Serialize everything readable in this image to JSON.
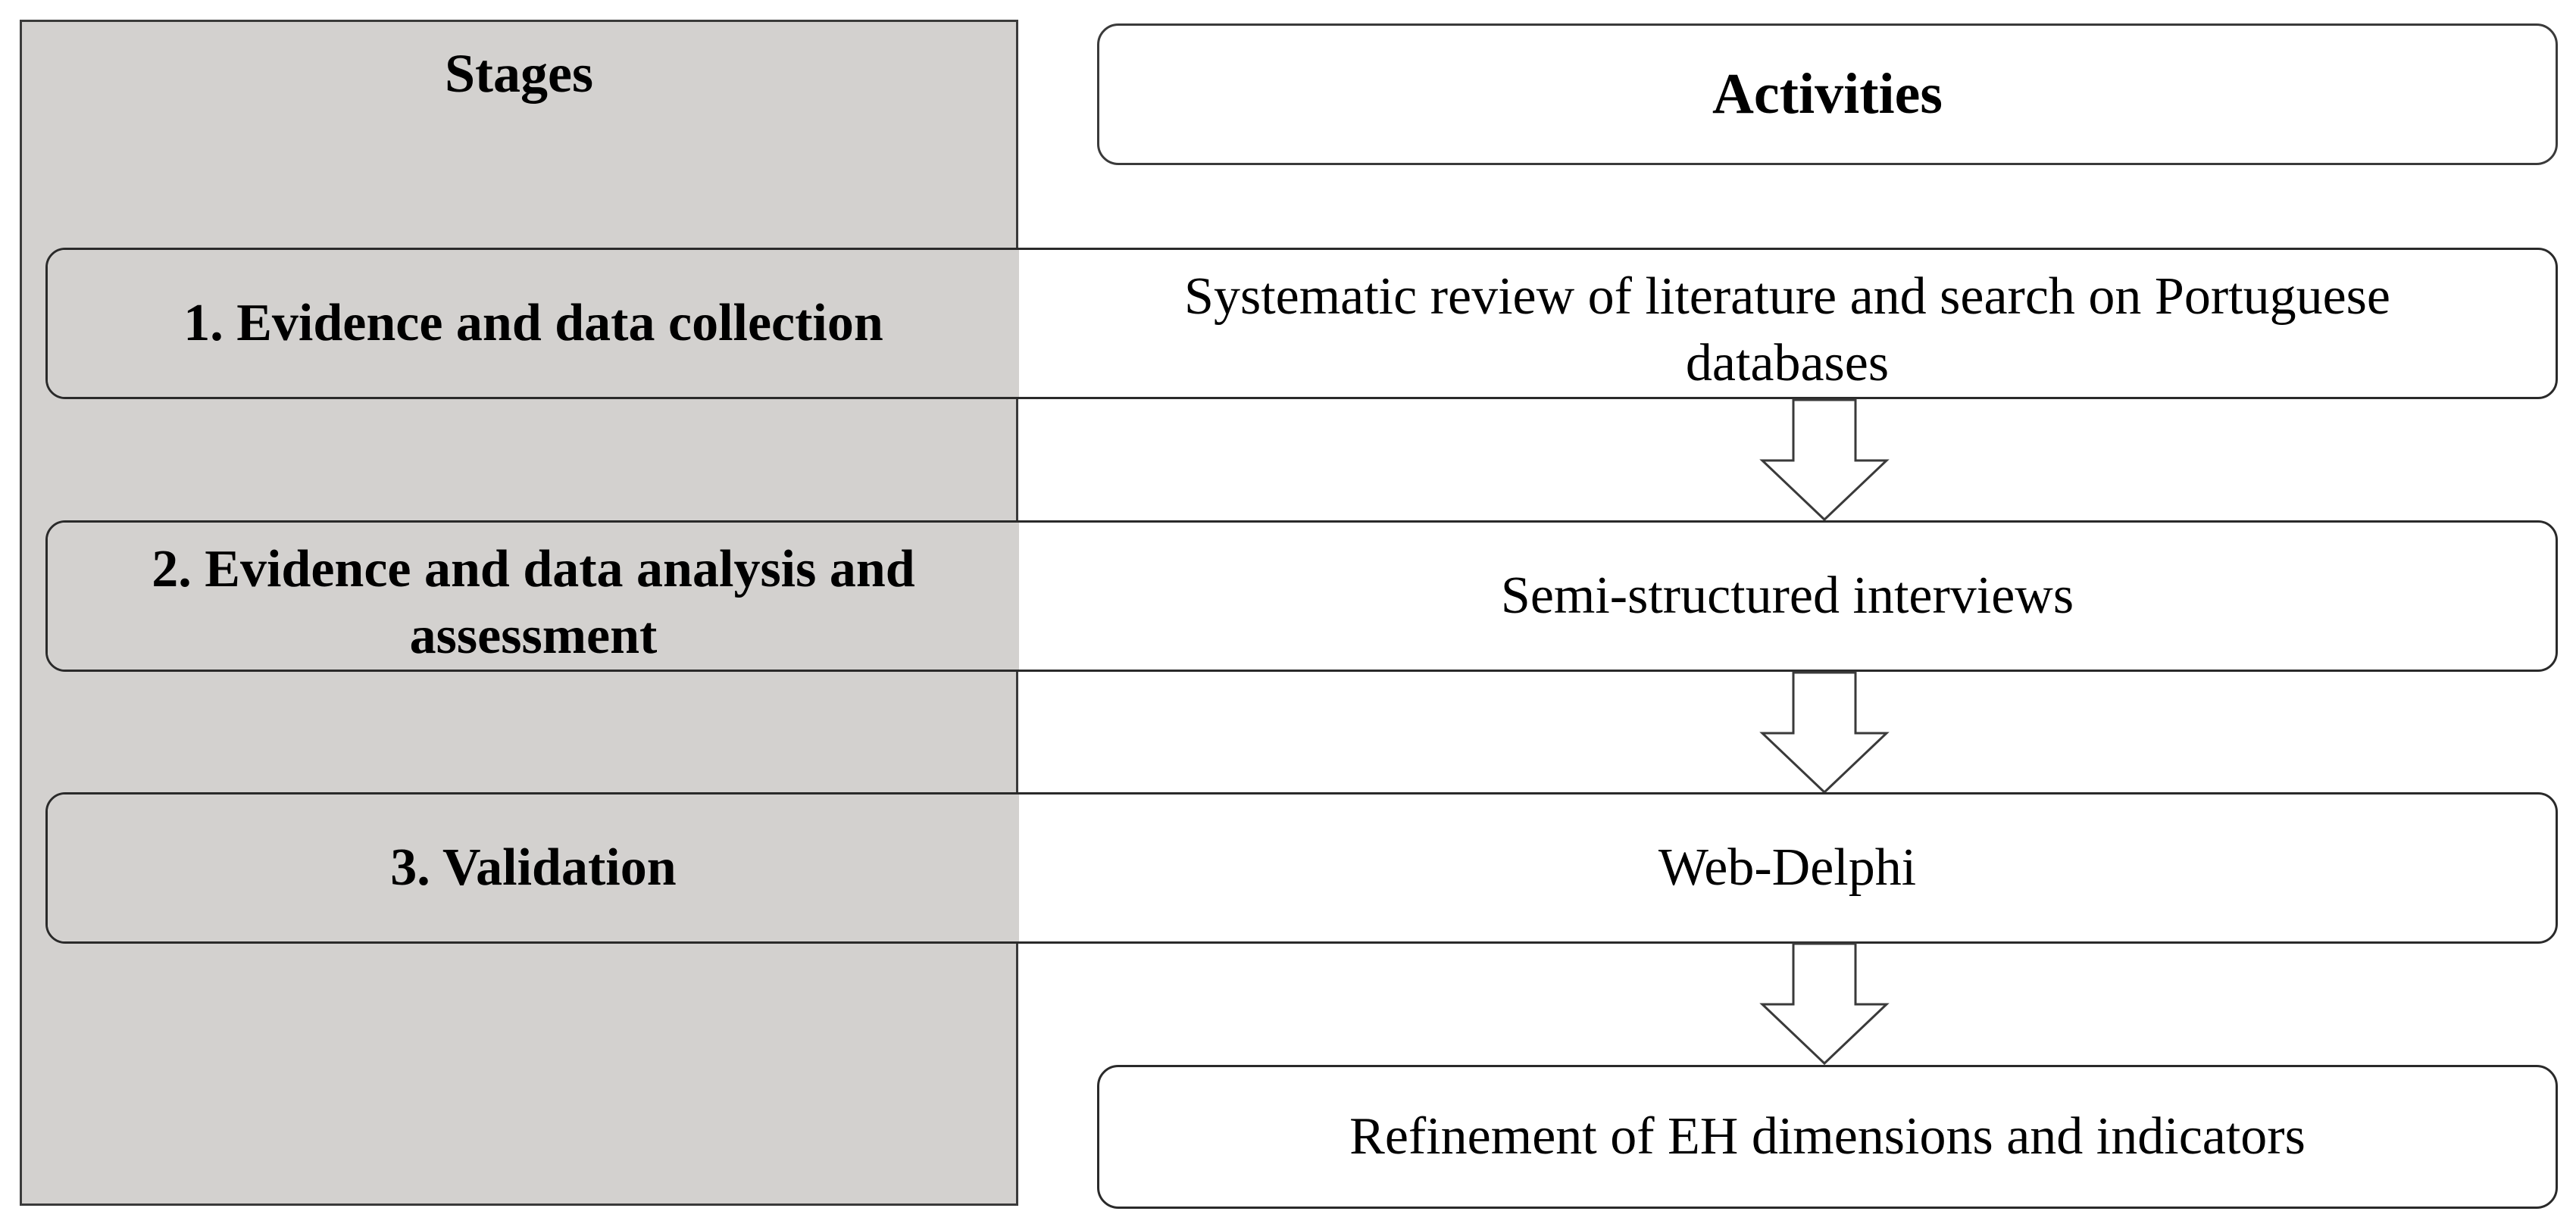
{
  "diagram": {
    "stages_title": "Stages",
    "activities_title": "Activities",
    "rows": [
      {
        "stage": "1. Evidence and data collection",
        "activity": "Systematic review of literature and search on Portuguese databases"
      },
      {
        "stage": "2. Evidence and data analysis and assessment",
        "activity": "Semi-structured interviews"
      },
      {
        "stage": "3. Validation",
        "activity": "Web-Delphi"
      }
    ],
    "final_activity": "Refinement of EH dimensions and indicators"
  },
  "colors": {
    "stage_panel": "#d3d1cf",
    "border": "#2a2a2a",
    "background": "#ffffff"
  }
}
